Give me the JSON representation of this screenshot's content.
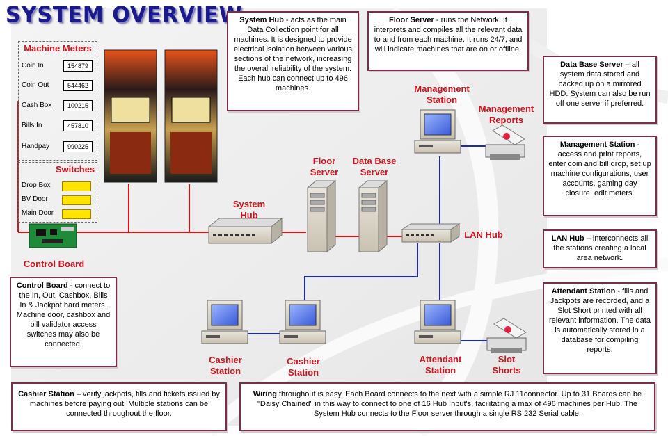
{
  "title": "SYSTEM OVERVIEW",
  "meters": {
    "heading": "Machine Meters",
    "rows": [
      {
        "label": "Coin In",
        "value": "154879"
      },
      {
        "label": "Coin Out",
        "value": "544462"
      },
      {
        "label": "Cash Box",
        "value": "100215"
      },
      {
        "label": "Bills In",
        "value": "457810"
      },
      {
        "label": "Handpay",
        "value": "990225"
      }
    ]
  },
  "switches": {
    "heading": "Switches",
    "rows": [
      {
        "label": "Drop Box"
      },
      {
        "label": "BV Door"
      },
      {
        "label": "Main Door"
      }
    ]
  },
  "labels": {
    "control_board": "Control Board",
    "system_hub": "System\nHub",
    "floor_server": "Floor\nServer",
    "db_server": "Data Base\nServer",
    "lan_hub": "LAN Hub",
    "management_station": "Management\nStation",
    "management_reports": "Management\nReports",
    "cashier_station_1": "Cashier\nStation",
    "cashier_station_2": "Cashier\nStation",
    "attendant_station": "Attendant\nStation",
    "slot_shorts": "Slot\nShorts"
  },
  "descriptions": {
    "system_hub": {
      "head": "System Hub",
      "text": " - acts as the main Data Collection point for all machines. It is designed to provide electrical isolation between various sections of the network, increasing the overall reliability of the system. Each hub can connect up to 496 machines."
    },
    "floor_server": {
      "head": "Floor Server",
      "text": " - runs the Network. It interprets and compiles all the relevant data to and from each machine.  It runs 24/7, and will indicate machines that are on or offline."
    },
    "db_server": {
      "head": "Data Base Server",
      "text": " – all system data stored and backed up on a mirrored HDD. System can also be run off one server if preferred."
    },
    "management_station": {
      "head": "Management Station",
      "text": " - access and print reports, enter coin and bill drop, set up machine configurations, user accounts, gaming day closure, edit meters."
    },
    "lan_hub": {
      "head": "LAN Hub",
      "text": " – interconnects all the stations creating a local area network."
    },
    "attendant_station": {
      "head": "Attendant Station",
      "text": " - fills and Jackpots are recorded, and a Slot Short printed with all relevant information. The data is automatically stored in a database for compiling reports."
    },
    "control_board": {
      "head": "Control Board",
      "text": " - connect to the In, Out, Cashbox, Bills In & Jackpot hard meters. Machine door, cashbox and bill validator access switches may also be connected."
    },
    "cashier_station": {
      "head": "Cashier Station",
      "text": " – verify jackpots, fills and tickets issued by machines before paying out. Multiple stations can be connected throughout the floor."
    },
    "wiring": {
      "head": "Wiring",
      "text": " throughout is easy. Each Board connects to the next with a simple RJ 11connector. Up to 31 Boards can be \"Daisy Chained\" in this way to connect to one of 16 Hub Input's, facilitating a max of 496 machines per Hub. The System Hub connects to the Floor server through a single RS 232 Serial cable."
    }
  },
  "colors": {
    "label_red": "#d0141e",
    "wire_red": "#e01010",
    "wire_blue": "#1a2ab8",
    "box_border": "#7a2e4a"
  }
}
